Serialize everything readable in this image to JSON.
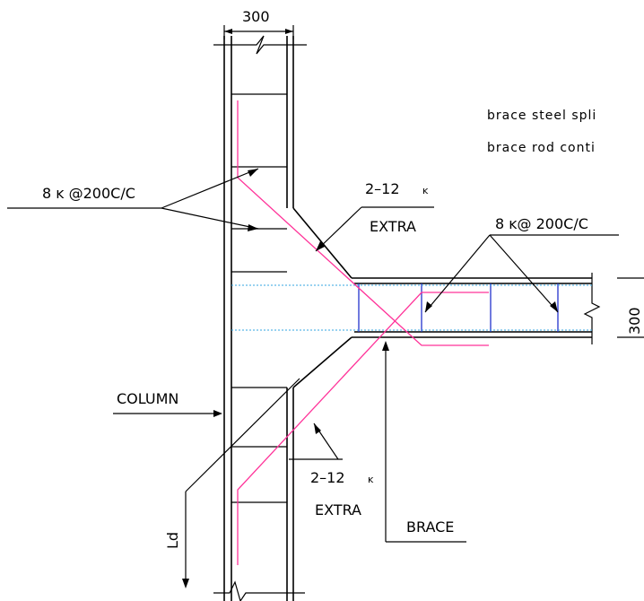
{
  "drawing": {
    "column_width_dim": "300",
    "brace_depth_dim": "300",
    "note_line_1": "brace steel spli",
    "note_line_2": "brace rod conti",
    "column_ties_label": "8 ĸ @200C/C",
    "brace_ties_label": "8 ĸ@ 200C/C",
    "extra_bars_top_qty": "2–12",
    "extra_bars_top_mark": "ĸ",
    "extra_top_label": "EXTRA",
    "extra_bars_bottom_qty": "2–12",
    "extra_bars_bottom_mark": "ĸ",
    "extra_bottom_label": "EXTRA",
    "column_label": "COLUMN",
    "brace_label": "BRACE",
    "ld_label": "Ld"
  },
  "colors": {
    "outline": "#000000",
    "main_bars": "#ff3399",
    "brace_ties": "#2233cc",
    "brace_bars": "#33a6e0"
  }
}
